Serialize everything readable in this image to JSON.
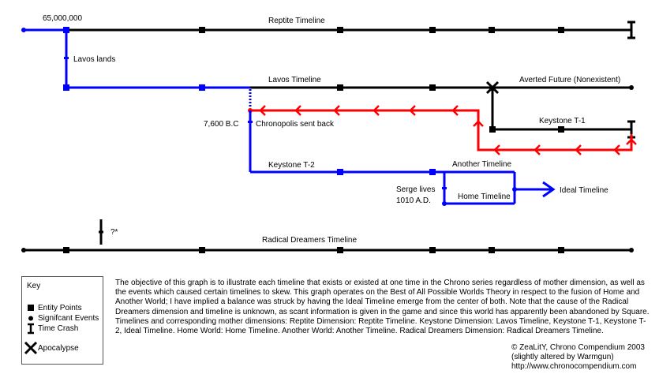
{
  "diagram": {
    "labels": {
      "year_65m": "65,000,000",
      "reptile_timeline": "Reptite Timeline",
      "lavos_lands": "Lavos lands",
      "lavos_timeline": "Lavos Timeline",
      "averted_future": "Averted Future (Nonexistent)",
      "year_7600bc": "7,600 B.C",
      "chronopolis_sent_back": "Chronopolis sent back",
      "keystone_t1": "Keystone T-1",
      "keystone_t2": "Keystone T-2",
      "another_timeline": "Another Timeline",
      "serge_lives": "Serge lives",
      "year_1010ad": "1010 A.D.",
      "home_timeline": "Home Timeline",
      "ideal_timeline": "Ideal Timeline",
      "unknown_marker": "?*",
      "radical_dreamers_timeline": "Radical Dreamers Timeline"
    },
    "colors": {
      "black": "#000000",
      "blue": "#0000ff",
      "red": "#ff0000"
    }
  },
  "key": {
    "title": "Key",
    "items": [
      {
        "symbol": "square-icon",
        "label": "Entity Points"
      },
      {
        "symbol": "dot-icon",
        "label": "Signifcant Events"
      },
      {
        "symbol": "time-crash-icon",
        "label": "Time Crash"
      },
      {
        "symbol": "apocalypse-icon",
        "label": "Apocalypse"
      }
    ]
  },
  "description": "The objective of this graph is to illustrate each timeline that exists or existed at one time in the Chrono series regardless of mother dimension, as well as the events which caused certain timelines to skew. This graph operates on the Best of All Possible Worlds Theory in respect to the fusion of Home and Another World; I have implied a balance was struck by having the Ideal Timeline emerge from the center of both. Note that the cause of the Radical Dreamers dimension and timeline is unknown, as scant information is given in the game and since this world has apparently been abandoned by Square. Timelines and corresponding mother dimensions: Reptite Dimension: Reptite Timeline. Keystone Dimension: Lavos Timeline, Keystone T-1, Keystone T-2, Ideal Timeline. Home World: Home Timeline. Another World: Another Timeline. Radical Dreamers Dimension: Radical Dreamers Timeline.",
  "credits": {
    "line1": "© ZeaLitY, Chrono Compendium 2003",
    "line2": "(slightly altered by Warmgun)",
    "line3": "http://www.chronocompendium.com"
  }
}
